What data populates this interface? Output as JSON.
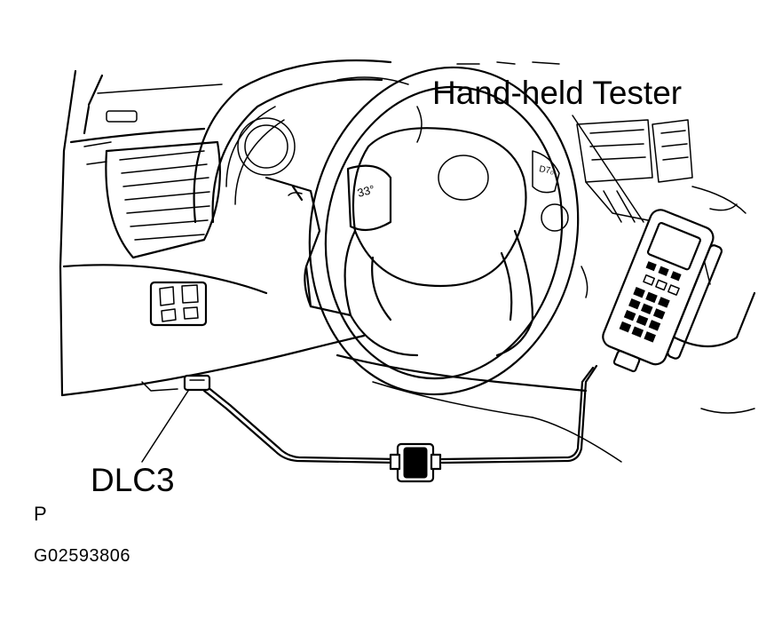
{
  "labels": {
    "hand_held_tester": "Hand-held Tester",
    "dlc3": "DLC3",
    "page_marker": "P",
    "figure_id": "G02593806"
  }
}
